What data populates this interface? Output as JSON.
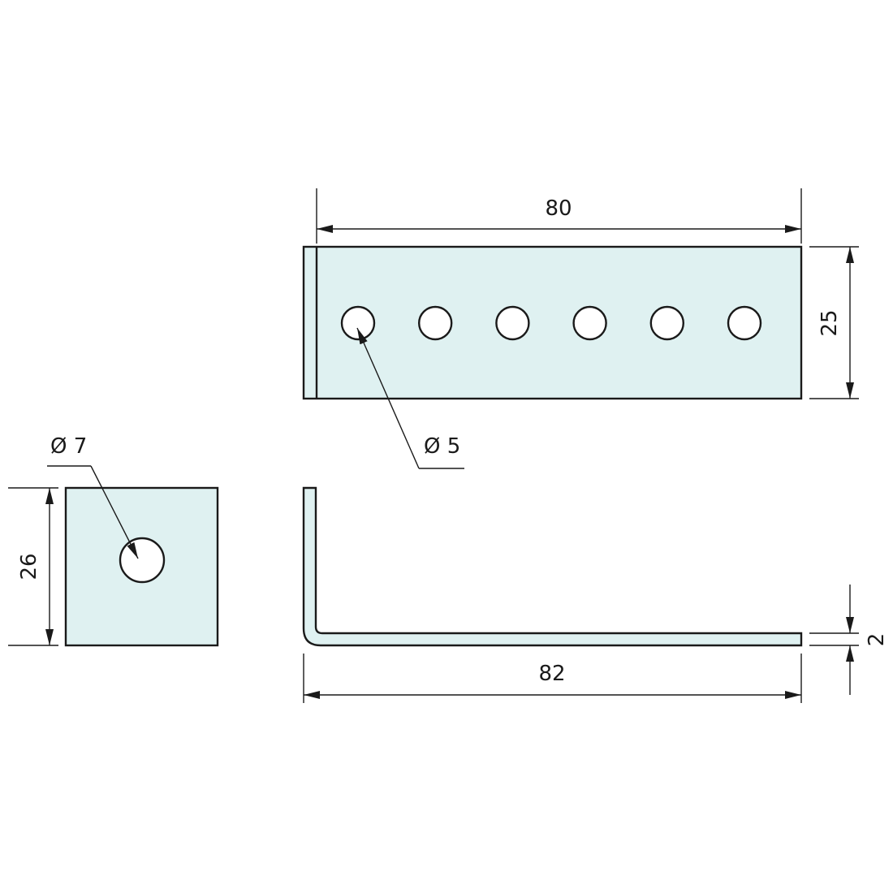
{
  "colors": {
    "part_fill": "#dff1f1",
    "line": "#1a1a1a",
    "background": "#ffffff"
  },
  "dimensions": {
    "top_width": "80",
    "top_height": "25",
    "hole_small": "Ø 5",
    "hole_large": "Ø 7",
    "side_height": "26",
    "bottom_length": "82",
    "thickness": "2"
  },
  "views": {
    "top_view_hole_count": 6,
    "side_view_hole_count": 1,
    "bottom_view": "L-profile"
  }
}
